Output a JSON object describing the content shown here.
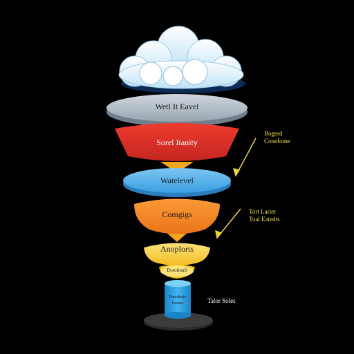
{
  "diagram": {
    "tiers": [
      {
        "label": "Wetl It Eavel"
      },
      {
        "label": "Sorel Itanity"
      },
      {
        "label": "Watelevel"
      },
      {
        "label": "Comgigs"
      },
      {
        "label": "Anoplorts"
      },
      {
        "label": "Dorotlonfi"
      },
      {
        "label": "Fanofistie\nFaoaze"
      }
    ],
    "callouts": [
      {
        "line1": "Bogerd",
        "line2": "Conefome"
      },
      {
        "line1": "Tort Larier",
        "line2": "Toal Eatedts"
      },
      {
        "line1": "Talor Soles",
        "line2": ""
      }
    ],
    "icons": [
      "cloud-icon"
    ]
  },
  "colors": {
    "background": "#000000",
    "tier_gray": "#b7c3cd",
    "tier_red": "#e2332b",
    "tier_blue": "#5eb4ea",
    "tier_orange": "#f5892a",
    "tier_yellow": "#f8cf3a",
    "tier_cyan": "#2aa1e0",
    "connector": "#f5a51e",
    "callout": "#f0e040"
  }
}
